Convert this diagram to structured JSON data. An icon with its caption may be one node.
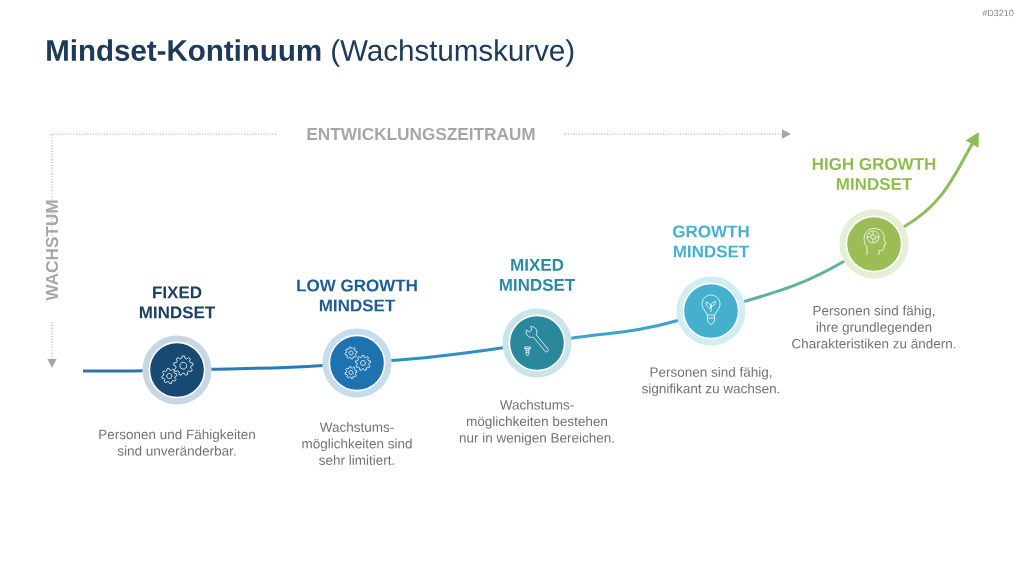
{
  "diagram": {
    "title": "**Mindset-Kontinuum** (Wachstumskurve)",
    "nodes": [
      {
        "text": [
          "FIXED MINDSET"
        ],
        "beside": [
          "Personen und Fähigkeiten sind unveränderbar."
        ]
      },
      {
        "text": [
          "LOW GROWTH MINDSET"
        ],
        "beside": [
          "Wachstums- möglichkeiten sind sehr limitiert."
        ]
      },
      {
        "text": [
          "MIXED MINDSET"
        ],
        "beside": [
          "Wachstums- möglichkeiten bestehen nur in wenigen Bereichen."
        ]
      },
      {
        "text": [
          "GROWTH MINDSET"
        ],
        "beside": [
          "Personen sind fähig, signifikant zu wachsen."
        ]
      },
      {
        "text": [
          "HIGH GROWTH MINDSET"
        ],
        "beside": [
          "Personen sind fähig, ihre grundlegenden Charakteristiken zu ändern."
        ]
      }
    ],
    "edges": [
      {
        "from": null,
        "to": 0,
        "arrow": "none",
        "color": "#2c74ad"
      },
      {
        "from": 0,
        "to": 1,
        "arrow": "none",
        "color": "#2c7ab4"
      },
      {
        "from": 1,
        "to": 2,
        "arrow": "none",
        "color": "#2f8fc0"
      },
      {
        "from": 2,
        "to": 3,
        "arrow": "none",
        "color": "#3aa5c9"
      },
      {
        "from": 3,
        "to": 4,
        "arrow": "none",
        "color": "#5db39e"
      },
      {
        "from": 4,
        "to": null,
        "arrow": "to",
        "color": "#8dbd58"
      }
    ],
    "labels": [
      "#D3210",
      "ENTWICKLUNGSZEITRAUM",
      "WACHSTUM"
    ]
  }
}
